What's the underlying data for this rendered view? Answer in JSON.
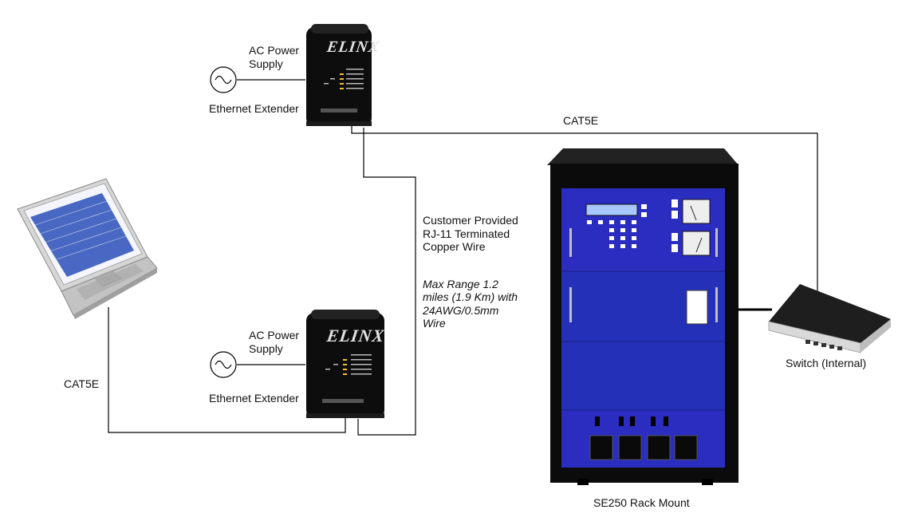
{
  "diagram": {
    "extender_top": {
      "power_label_line1": "AC Power",
      "power_label_line2": "Supply",
      "device_label": "Ethernet Extender",
      "brand": "ELINX"
    },
    "extender_bottom": {
      "power_label_line1": "AC Power",
      "power_label_line2": "Supply",
      "device_label": "Ethernet Extender",
      "brand": "ELINX"
    },
    "cable_top": "CAT5E",
    "cable_left": "CAT5E",
    "copper_wire": {
      "line1": "Customer Provided",
      "line2": "RJ-11 Terminated",
      "line3": "Copper Wire"
    },
    "range_note": {
      "line1": "Max Range 1.2",
      "line2": "miles (1.9 Km) with",
      "line3": "24AWG/0.5mm",
      "line4": "Wire"
    },
    "rack_label": "SE250 Rack Mount",
    "switch_label": "Switch (Internal)",
    "colors": {
      "rack_panel": "#2a2dbf",
      "rack_frame": "#0b0b0b",
      "extender_body": "#0d0d0d",
      "wire": "#000000"
    }
  }
}
